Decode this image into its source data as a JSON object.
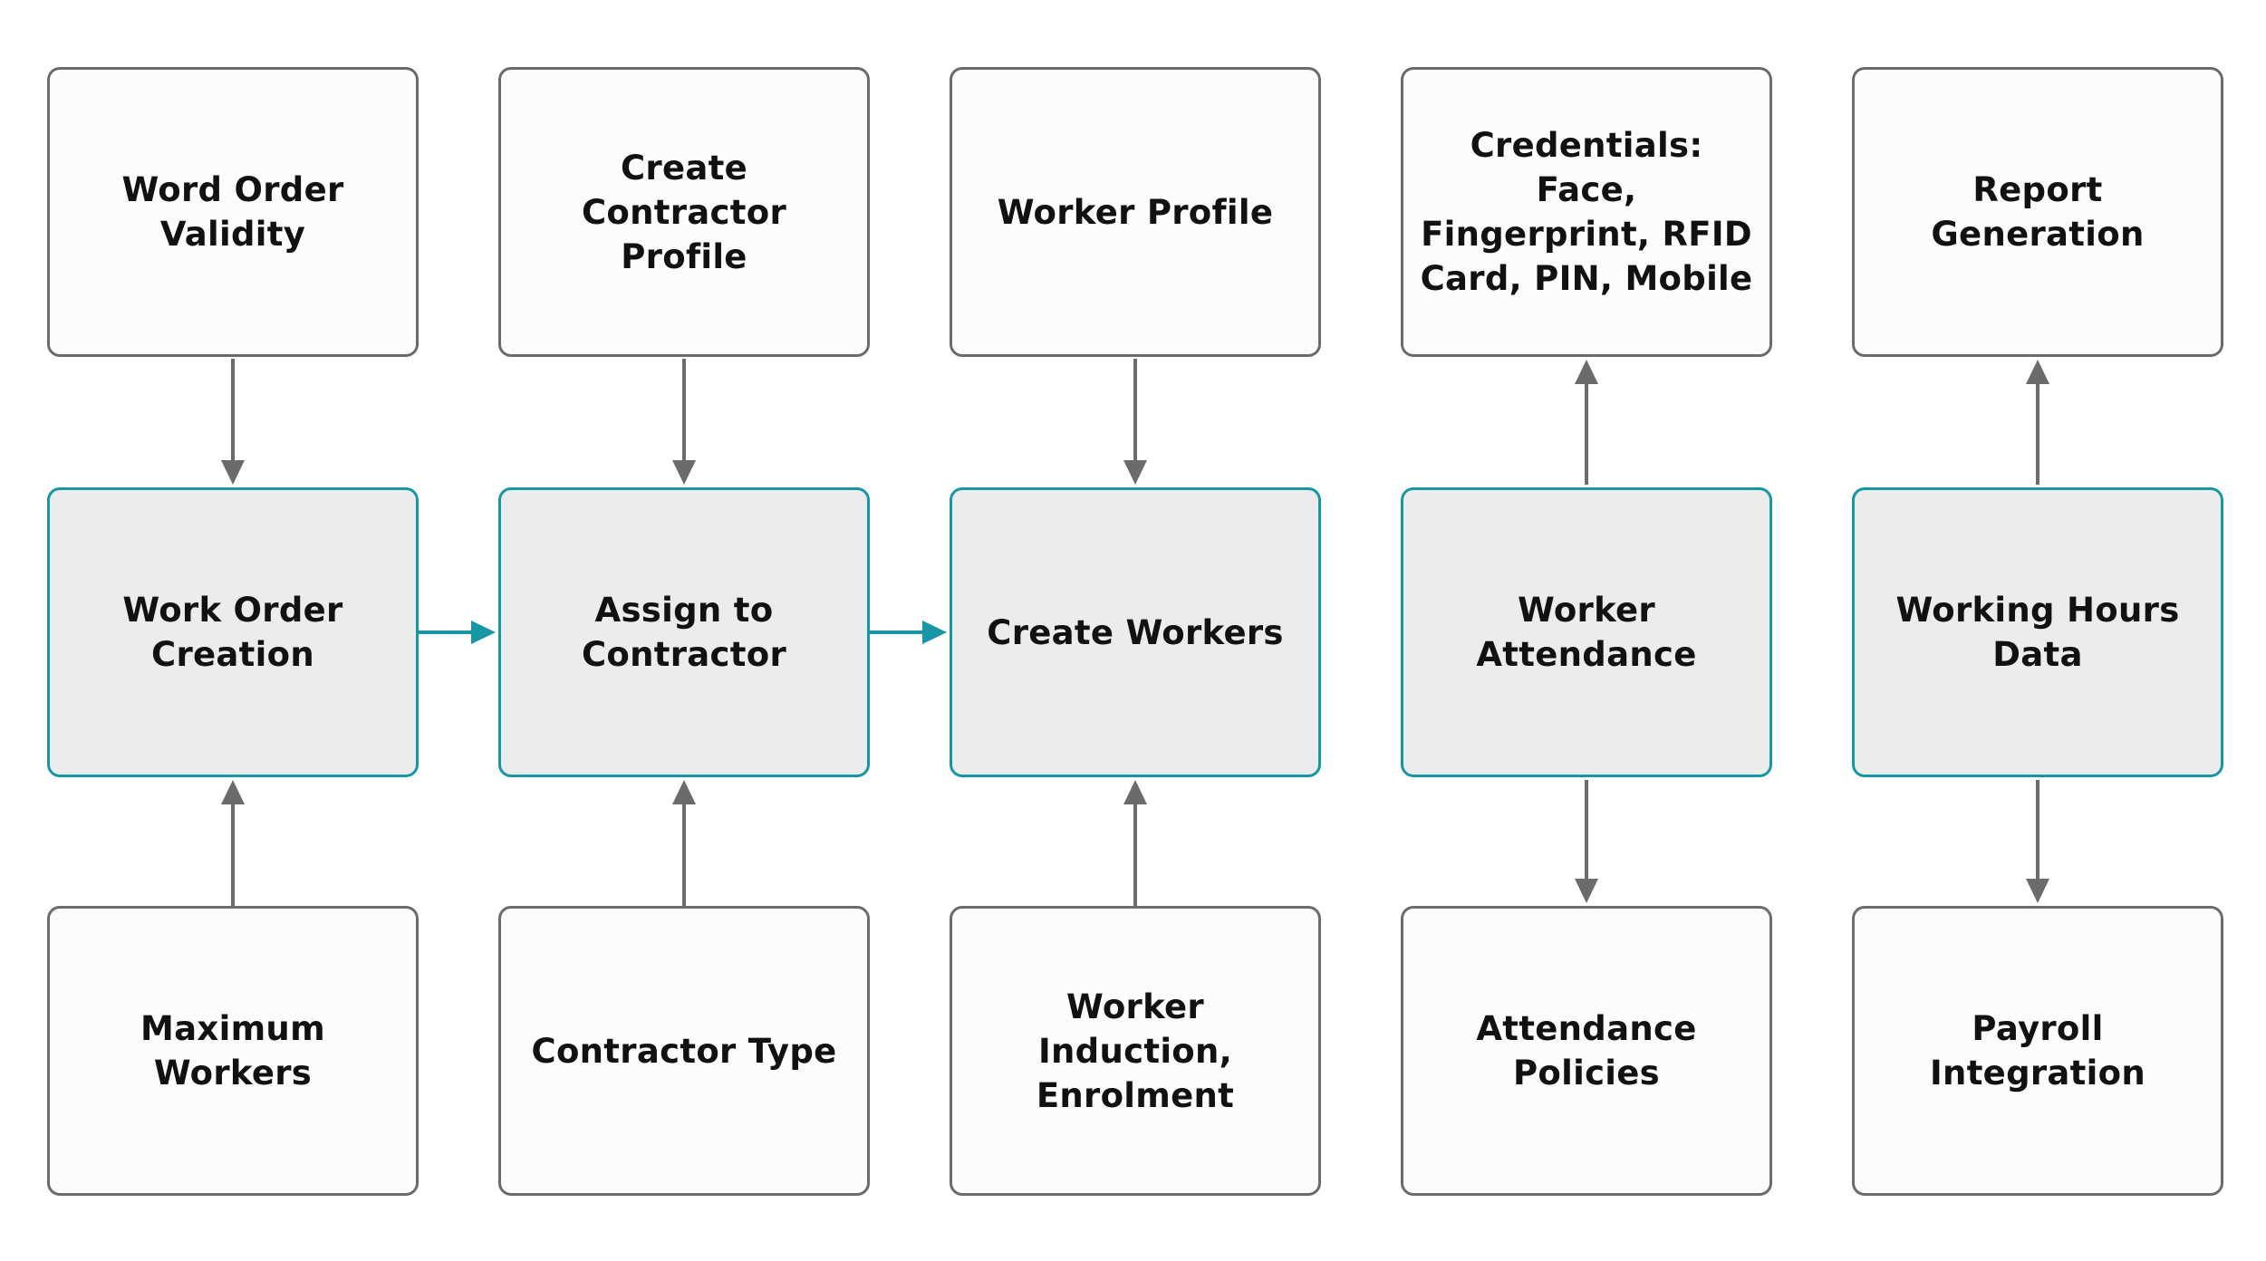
{
  "colors": {
    "core_border": "#1797a5",
    "core_fill": "#ececec",
    "outer_border": "#6b6b6b",
    "outer_fill": "#fcfcfc",
    "gray_arrow": "#6b6b6b",
    "teal_arrow": "#1797a5"
  },
  "columns": [
    {
      "top": "Word Order Validity",
      "core": "Work Order Creation",
      "bottom": "Maximum Workers"
    },
    {
      "top": "Create Contractor Profile",
      "core": "Assign to Contractor",
      "bottom": "Contractor Type"
    },
    {
      "top": "Worker Profile",
      "core": "Create Workers",
      "bottom": "Worker Induction, Enrolment"
    },
    {
      "top": "Credentials: Face, Fingerprint, RFID Card, PIN, Mobile",
      "core": "Worker Attendance",
      "bottom": "Attendance Policies"
    },
    {
      "top": "Report Generation",
      "core": "Working Hours Data",
      "bottom": "Payroll Integration"
    }
  ]
}
